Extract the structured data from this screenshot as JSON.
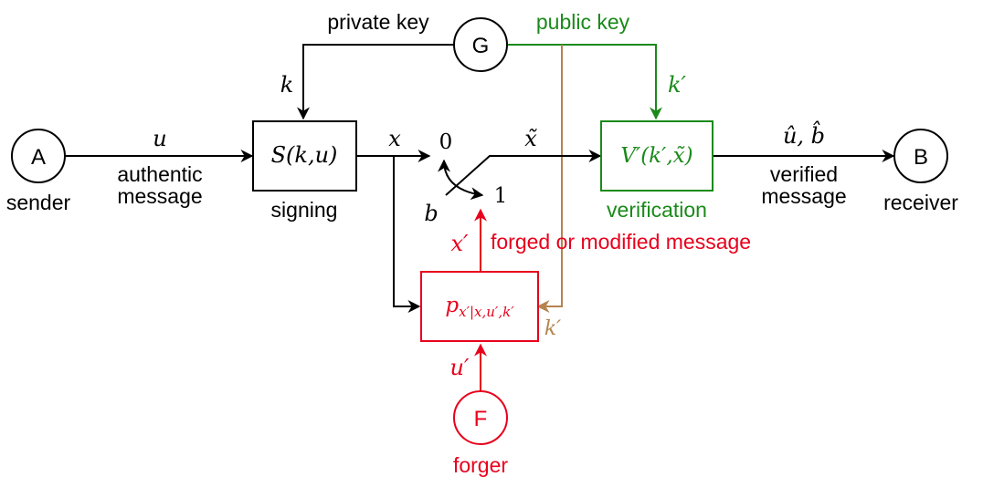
{
  "nodes": {
    "sender_circle": "A",
    "receiver_circle": "B",
    "generator_circle": "G",
    "forger_circle": "F"
  },
  "labels": {
    "sender": "sender",
    "receiver": "receiver",
    "forger": "forger",
    "private_key": "private key",
    "public_key": "public key",
    "authentic_message_line1": "authentic",
    "authentic_message_line2": "message",
    "signing": "signing",
    "verification": "verification",
    "verified_message_line1": "verified",
    "verified_message_line2": "message",
    "forged_message": "forged or modified message"
  },
  "boxes": {
    "sign_fn": "S(k,u)",
    "verify_fn": "V′(k′,x̃)",
    "forger_p": "p",
    "forger_sub": "x′|x,u′,k′"
  },
  "symbols": {
    "k": "k",
    "k_prime_green": "k′",
    "k_prime_brown": "k′",
    "u": "u",
    "x": "x",
    "x_tilde": "x̃",
    "switch_0": "0",
    "switch_1": "1",
    "switch_b": "b",
    "x_prime": "x′",
    "u_prime": "u′",
    "output": "û, b̂"
  },
  "colors": {
    "black": "#000000",
    "green": "#1a8a1a",
    "red": "#e8001c",
    "brown": "#b5844e"
  }
}
